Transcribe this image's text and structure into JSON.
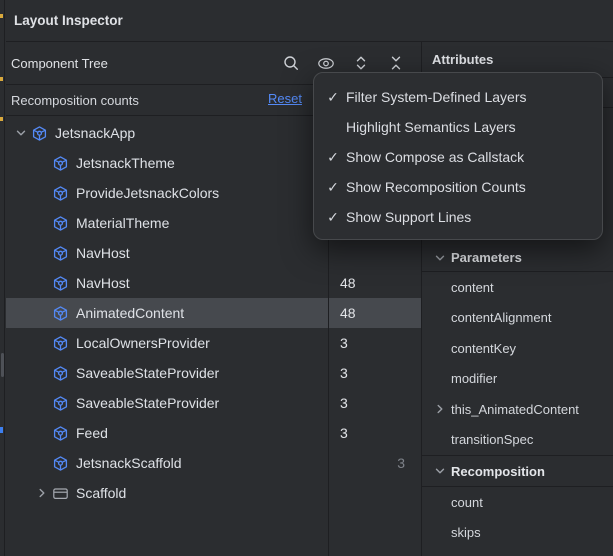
{
  "window": {
    "title": "Layout Inspector"
  },
  "component_tree": {
    "header": "Component Tree",
    "toolbar_icons": [
      "search-icon",
      "visibility-options-icon",
      "expand-all-icon",
      "collapse-all-icon"
    ],
    "recomposition_bar": {
      "label": "Recomposition counts",
      "reset_label": "Reset"
    },
    "rows": [
      {
        "label": "JetsnackApp",
        "icon": "compose",
        "level": 0,
        "chevron": "expanded",
        "count": "",
        "skips": "",
        "selected": false
      },
      {
        "label": "JetsnackTheme",
        "icon": "compose",
        "level": 1,
        "chevron": "none",
        "count": "",
        "skips": "",
        "selected": false
      },
      {
        "label": "ProvideJetsnackColors",
        "icon": "compose",
        "level": 1,
        "chevron": "none",
        "count": "",
        "skips": "",
        "selected": false
      },
      {
        "label": "MaterialTheme",
        "icon": "compose",
        "level": 1,
        "chevron": "none",
        "count": "",
        "skips": "",
        "selected": false
      },
      {
        "label": "NavHost",
        "icon": "compose",
        "level": 1,
        "chevron": "none",
        "count": "",
        "skips": "",
        "selected": false
      },
      {
        "label": "NavHost",
        "icon": "compose",
        "level": 1,
        "chevron": "none",
        "count": "48",
        "skips": "",
        "selected": false
      },
      {
        "label": "AnimatedContent",
        "icon": "compose",
        "level": 1,
        "chevron": "none",
        "count": "48",
        "skips": "",
        "selected": true
      },
      {
        "label": "LocalOwnersProvider",
        "icon": "compose",
        "level": 1,
        "chevron": "none",
        "count": "3",
        "skips": "",
        "selected": false
      },
      {
        "label": "SaveableStateProvider",
        "icon": "compose",
        "level": 1,
        "chevron": "none",
        "count": "3",
        "skips": "",
        "selected": false
      },
      {
        "label": "SaveableStateProvider",
        "icon": "compose",
        "level": 1,
        "chevron": "none",
        "count": "3",
        "skips": "",
        "selected": false
      },
      {
        "label": "Feed",
        "icon": "compose",
        "level": 1,
        "chevron": "none",
        "count": "3",
        "skips": "",
        "selected": false
      },
      {
        "label": "JetsnackScaffold",
        "icon": "compose",
        "level": 1,
        "chevron": "none",
        "count": "",
        "skips": "3",
        "selected": false
      },
      {
        "label": "Scaffold",
        "icon": "scaffold",
        "level": 1,
        "chevron": "collapsed",
        "count": "",
        "skips": "",
        "selected": false
      }
    ]
  },
  "view_options_menu": {
    "items": [
      {
        "label": "Filter System-Defined Layers",
        "checked": true
      },
      {
        "label": "Highlight Semantics Layers",
        "checked": false
      },
      {
        "label": "Show Compose as Callstack",
        "checked": true
      },
      {
        "label": "Show Recomposition Counts",
        "checked": true
      },
      {
        "label": "Show Support Lines",
        "checked": true
      }
    ],
    "check_glyph": "✓"
  },
  "attributes_panel": {
    "header": "Attributes",
    "sections": [
      {
        "title": "Parameters",
        "expanded": true,
        "items": [
          {
            "label": "content",
            "expandable": false
          },
          {
            "label": "contentAlignment",
            "expandable": false
          },
          {
            "label": "contentKey",
            "expandable": false
          },
          {
            "label": "modifier",
            "expandable": false
          },
          {
            "label": "this_AnimatedContent",
            "expandable": true
          },
          {
            "label": "transitionSpec",
            "expandable": false
          }
        ]
      },
      {
        "title": "Recomposition",
        "expanded": true,
        "items": [
          {
            "label": "count",
            "expandable": false
          },
          {
            "label": "skips",
            "expandable": false
          }
        ]
      }
    ]
  },
  "colors": {
    "panel_bg": "#2b2d30",
    "border": "#1e1f22",
    "selection": "#46494e",
    "accent_link": "#548af7",
    "compose_icon": "#548af7",
    "scaffold_icon": "#a6aab1",
    "menu_bg": "#2c2e31",
    "menu_border": "#47494c",
    "text_primary": "#dfe1e5",
    "count_dim": "#7e8289",
    "warning_mark": "#d9a93d",
    "info_mark": "#3d7ff0"
  }
}
